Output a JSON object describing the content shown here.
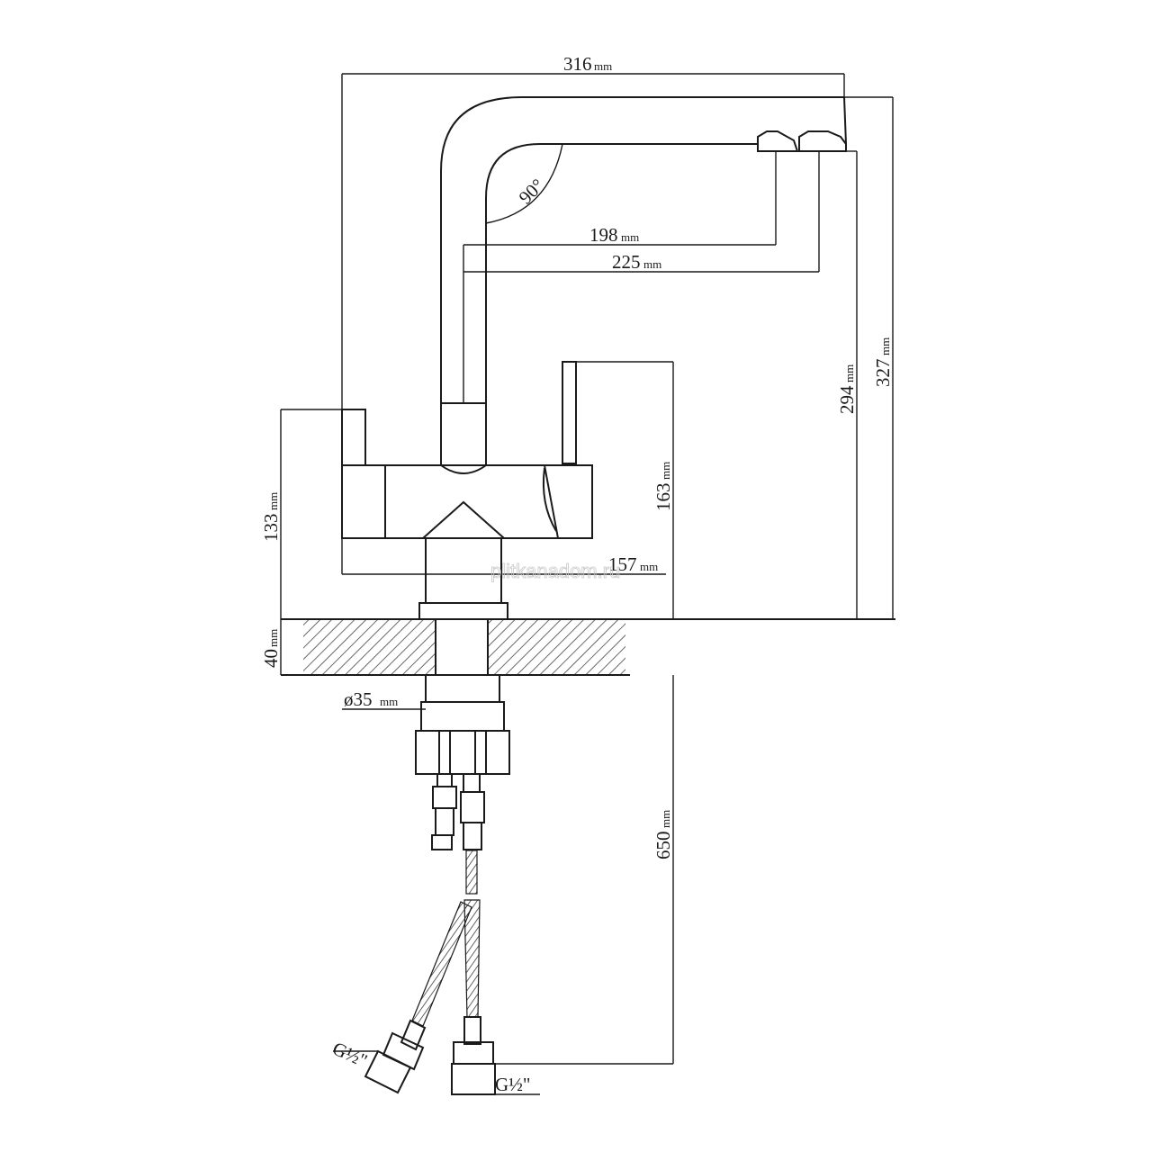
{
  "dimensions": {
    "overall_width": {
      "value": "316",
      "unit": "mm"
    },
    "spout_reach_inner": {
      "value": "198",
      "unit": "mm"
    },
    "spout_reach_outer": {
      "value": "225",
      "unit": "mm"
    },
    "spout_angle": {
      "value": "90°"
    },
    "inner_height": {
      "value": "294",
      "unit": "mm"
    },
    "total_height": {
      "value": "327",
      "unit": "mm"
    },
    "body_height": {
      "value": "133",
      "unit": "mm"
    },
    "handle_height": {
      "value": "163",
      "unit": "mm"
    },
    "body_width": {
      "value": "157",
      "unit": "mm"
    },
    "max_counter_thickness": {
      "value": "40",
      "unit": "mm"
    },
    "mounting_hole": {
      "value": "ø35",
      "unit": "mm"
    },
    "hose_length": {
      "value": "650",
      "unit": "mm"
    },
    "connector_left": {
      "value": "G½\""
    },
    "connector_right": {
      "value": "G½\""
    }
  },
  "watermark": "plitkanadom.ru"
}
